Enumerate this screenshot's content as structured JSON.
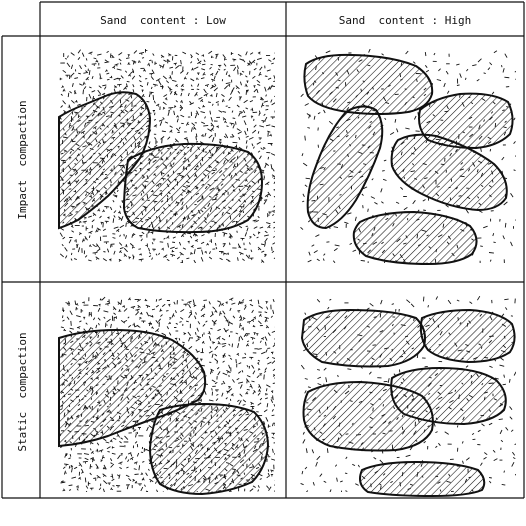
{
  "columns": [
    {
      "label": "Sand  content : Low"
    },
    {
      "label": "Sand  content : High"
    }
  ],
  "rows": [
    {
      "label": "Impact  compaction"
    },
    {
      "label": "Static  compaction"
    }
  ],
  "colors": {
    "ink": "#111111",
    "background": "#ffffff"
  },
  "panels": [
    {
      "name": "panel-impact-low-sand",
      "description_key": "impact-low"
    },
    {
      "name": "panel-impact-high-sand",
      "description_key": "impact-high"
    },
    {
      "name": "panel-static-low-sand",
      "description_key": "static-low"
    },
    {
      "name": "panel-static-high-sand",
      "description_key": "static-high"
    }
  ]
}
